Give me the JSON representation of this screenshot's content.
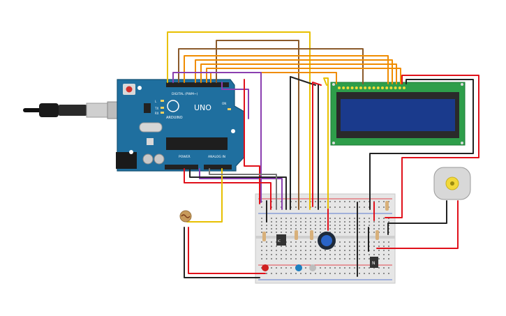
{
  "arduino": {
    "model": "UNO",
    "brand": "ARDUINO",
    "digital_label": "DIGITAL (PWM~)",
    "analog_label": "ANALOG IN",
    "power_label": "POWER",
    "tx_label": "TX",
    "rx_label": "RX",
    "l_label": "L",
    "on_label": "ON"
  },
  "colors": {
    "board": "#1f6f9f",
    "lcd_pcb": "#2e9e4a",
    "lcd_screen": "#1a3a8c",
    "breadboard": "#e6e6e6",
    "wire_red": "#e0101a",
    "wire_black": "#222222",
    "wire_yellow": "#e8c000",
    "wire_orange": "#f08c00",
    "wire_brown": "#8b5a2b",
    "wire_purple": "#8a3fb0",
    "wire_gray": "#777777"
  },
  "components": {
    "ic_label": "IC",
    "npn_label": "N"
  }
}
